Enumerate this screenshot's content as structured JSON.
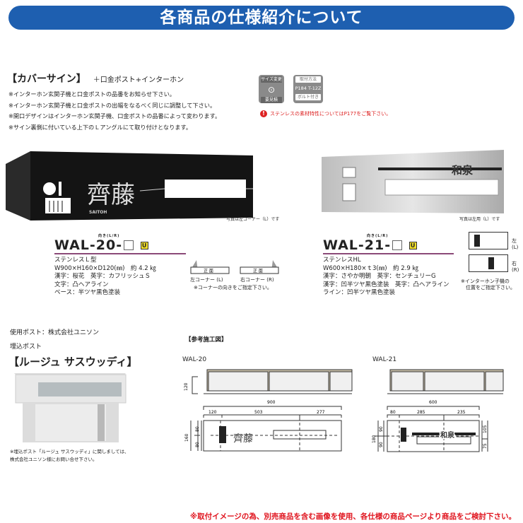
{
  "banner": {
    "title": "各商品の仕様紹介について"
  },
  "section": {
    "title": "【カバーサイン】",
    "subtitle": "＋口金ポスト+インターホン",
    "notes": [
      "※インターホン玄関子機と口金ポストの品番をお知らせ下さい。",
      "※インターホン玄関子機と口金ポストの出幅をなるべく同じに調整して下さい。",
      "※開口デザインはインターホン玄関子機、口金ポストの品番によって変わります。",
      "※サイン裏側に付いている上下のＬアングルにて取り付けとなります。"
    ]
  },
  "badges": {
    "size": {
      "top": "サイズ変更",
      "bottom": "要見積"
    },
    "mount": {
      "top": "取付方法",
      "mid": "P184 T-12Z",
      "bottom": "ボルト付き"
    }
  },
  "warning": "ステンレスの素材特性についてはP177をご覧下さい。",
  "wal20": {
    "photo_caption": "写真は左コーナー（L）です",
    "sign_kanji": "齊藤",
    "sign_roman": "SAITOH",
    "orientation_label": "向き(L/R)",
    "model": "WAL-20-",
    "badge": "U",
    "specs": [
      "ステンレスＬ型",
      "W900×H160×D120(㎜)　約 4.2 ㎏",
      "漢字：桜花　英字：カフリッシュＳ",
      "文字：凸ヘアライン",
      "ベース：半ツヤ黒色塗装"
    ],
    "corner": {
      "front": "正 面",
      "left": "左コーナー (L)",
      "right": "右コーナー (R)",
      "note": "※コーナーの向きをご指定下さい。"
    }
  },
  "wal21": {
    "photo_caption": "写真は左用（L）です",
    "sign_kanji": "和泉",
    "orientation_label": "向き(L/R)",
    "model": "WAL-21-",
    "badge": "U",
    "specs": [
      "ステンレスHL",
      "W600×H180×ｔ3(㎜)　約 2.9 ㎏",
      "漢字：さやか明朝　英字：センチュリーG",
      "漢字：凹半ツヤ黒色塗装　英字：凸ヘアライン",
      "ライン：凹半ツヤ黒色塗装"
    ],
    "left_label": "左 (L)",
    "right_label": "右 (R)",
    "note": [
      "※インターホン子機の",
      "位置をご指定下さい。"
    ]
  },
  "post": {
    "maker": "使用ポスト：株式会社ユニソン",
    "type": "埋込ポスト",
    "name": "【ルージュ サスウッディ】",
    "note": [
      "※埋込ポスト「ルージュ サスウッディ」に関しましては、",
      "株式会社ユニソン様にお問い合せ下さい。"
    ]
  },
  "drawing": {
    "title": "【参考施工図】",
    "wal20": {
      "label": "WAL-20",
      "depth": "120",
      "total": "900",
      "dims": [
        "120",
        "503",
        "277"
      ],
      "height": "160",
      "halves": [
        "80",
        "80"
      ]
    },
    "wal21": {
      "label": "WAL-21",
      "total": "600",
      "dims": [
        "80",
        "285",
        "235"
      ],
      "height": "180",
      "halves": [
        "90",
        "90"
      ],
      "right": [
        "105",
        "75"
      ]
    }
  },
  "footer": "※取付イメージの為、別売商品を含む画像を使用、各仕様の商品ページより商品をご検討下さい。"
}
